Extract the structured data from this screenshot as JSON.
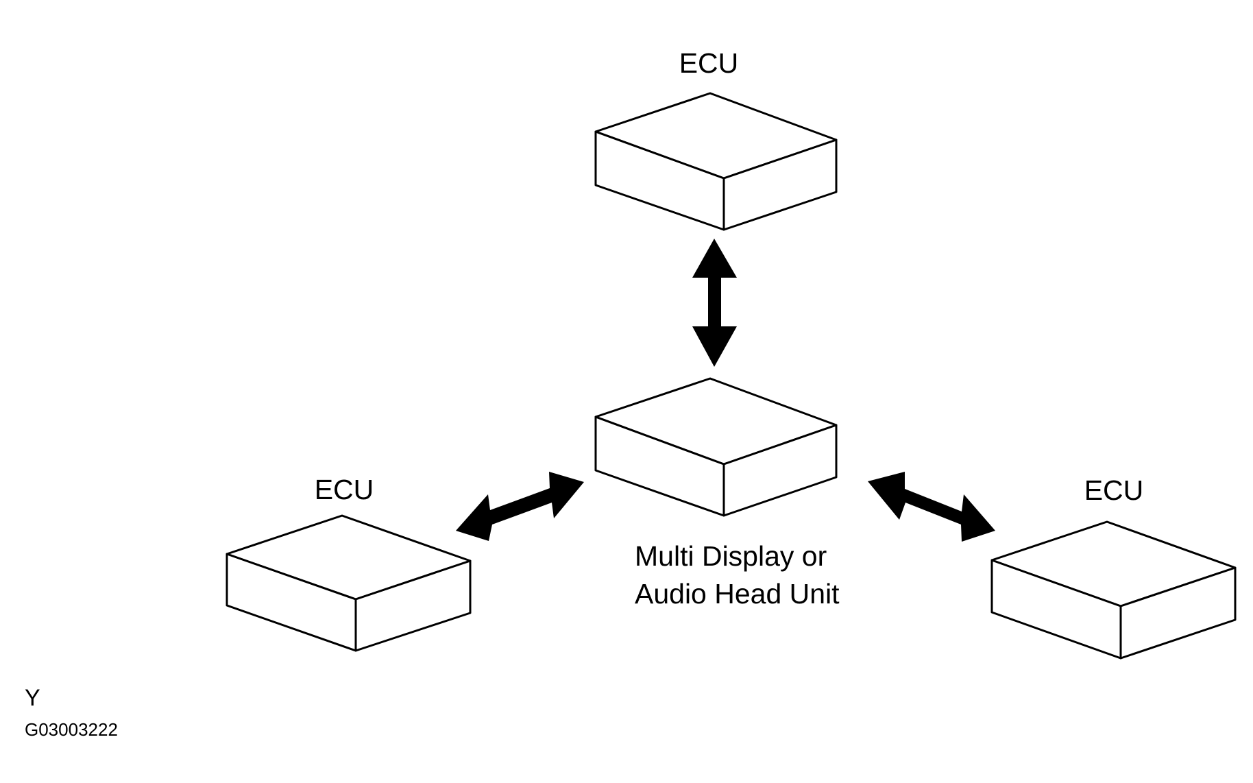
{
  "diagram": {
    "top_ecu_label": "ECU",
    "left_ecu_label": "ECU",
    "right_ecu_label": "ECU",
    "center_unit_label_line1": "Multi Display or",
    "center_unit_label_line2": "Audio Head Unit",
    "corner_letter": "Y",
    "figure_code": "G03003222"
  },
  "colors": {
    "stroke": "#000000",
    "fill": "#ffffff"
  }
}
